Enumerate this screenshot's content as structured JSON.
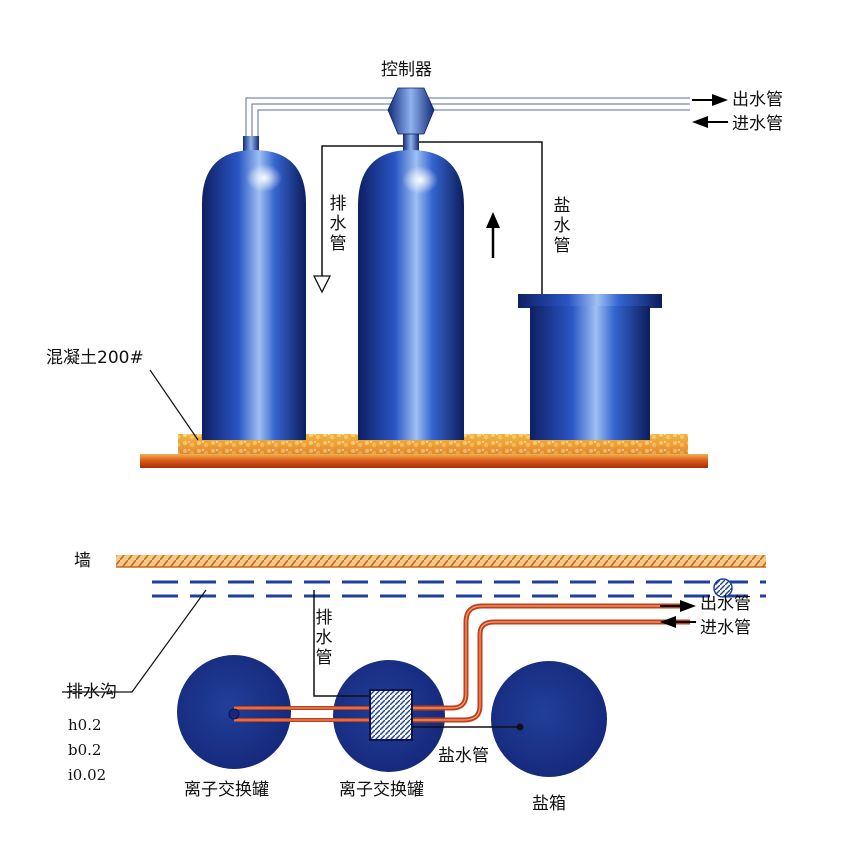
{
  "top": {
    "controller_label": "控制器",
    "outlet_label": "出水管",
    "inlet_label": "进水管",
    "drain_label": "排水管",
    "brine_label": "盐水管",
    "concrete_label": "混凝土200#"
  },
  "plan": {
    "wall_label": "墙",
    "drain_label": "排水管",
    "outlet_label": "出水管",
    "inlet_label": "进水管",
    "trench_label": "排水沟",
    "trench_specs": [
      "h0.2",
      "b0.2",
      "i0.02"
    ],
    "tank1_label": "离子交换罐",
    "tank2_label": "离子交换罐",
    "brine_pipe_label": "盐水管",
    "salt_box_label": "盐箱"
  },
  "colors": {
    "tank_blue": "#1d3f9e",
    "pipe_red": "#c0401a",
    "foundation_orange": "#e8862a"
  }
}
